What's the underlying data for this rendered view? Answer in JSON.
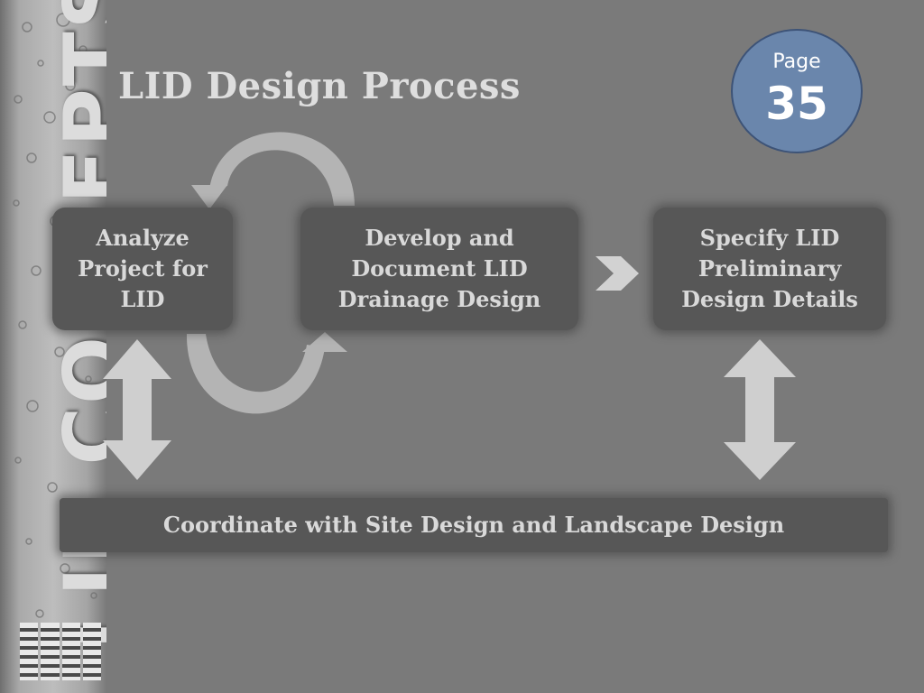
{
  "slide": {
    "title": "LID Design Process",
    "side_label": "LID CONCEPTS",
    "page_label": "Page",
    "page_number": "35"
  },
  "boxes": {
    "analyze": "Analyze Project for LID",
    "develop": "Develop and Document LID Drainage Design",
    "specify": "Specify LID Preliminary Design Details",
    "coordinate": "Coordinate with Site Design and Landscape Design"
  },
  "colors": {
    "background": "#7a7a7a",
    "box": "#575757",
    "arrow": "#cfcfcf",
    "badge": "#6a86ac"
  }
}
